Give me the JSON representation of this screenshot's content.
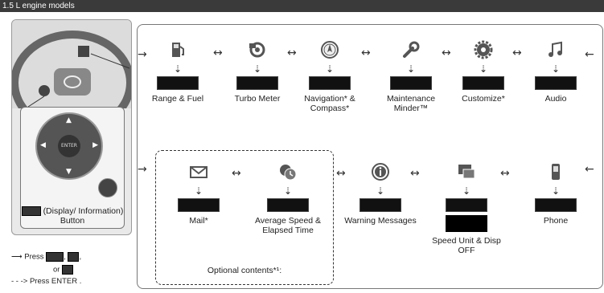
{
  "header": {
    "title": "1.5 L engine models"
  },
  "left_panel": {
    "center_button_label": "ENTER",
    "button_caption": "(Display/ Information) Button"
  },
  "legend": {
    "press_label": "Press",
    "or_label": "or",
    "dots_label": "Press ENTER ."
  },
  "top_row": [
    {
      "name": "range-fuel",
      "label": "Range & Fuel",
      "icon": "fuel-pump-icon"
    },
    {
      "name": "turbo-meter",
      "label": "Turbo Meter",
      "icon": "turbo-icon"
    },
    {
      "name": "navigation-compass",
      "label": "Navigation* & Compass*",
      "icon": "compass-icon"
    },
    {
      "name": "maintenance-minder",
      "label": "Maintenance Minder™",
      "icon": "wrench-icon"
    },
    {
      "name": "customize",
      "label": "Customize*",
      "icon": "gear-icon"
    },
    {
      "name": "audio",
      "label": "Audio",
      "icon": "music-note-icon"
    }
  ],
  "bottom_row": [
    {
      "name": "mail",
      "label": "Mail*",
      "icon": "envelope-icon"
    },
    {
      "name": "average-speed",
      "label": "Average Speed & Elapsed Time",
      "icon": "stopwatch-icon"
    },
    {
      "name": "warning-messages",
      "label": "Warning Messages",
      "icon": "info-icon"
    },
    {
      "name": "speed-unit-disp-off",
      "label": "Speed Unit & Disp OFF",
      "icon": "display-icon"
    },
    {
      "name": "phone",
      "label": "Phone",
      "icon": "phone-icon"
    }
  ],
  "optional_label": "Optional contents*¹:",
  "colors": {
    "header_bg": "#3a3a3a",
    "screen": "#111111"
  }
}
